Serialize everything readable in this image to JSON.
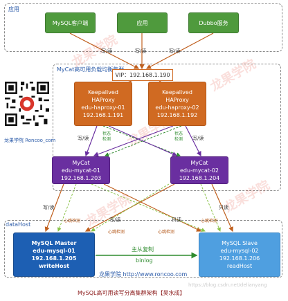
{
  "groups": {
    "app": "应用",
    "cluster": "MyCat高可用负载均衡集群",
    "datahost": "dataHost"
  },
  "clients": [
    "MySQL客户端",
    "应用",
    "Dubbo服务"
  ],
  "vip": "VIP：192.168.1.190",
  "haproxy": [
    {
      "l1": "Keepalived",
      "l2": "HAProxy",
      "l3": "edu-haproxy-01",
      "l4": "192.168.1.191"
    },
    {
      "l1": "Keepalived",
      "l2": "HAProxy",
      "l3": "edu-haproxy-02",
      "l4": "192.168.1.192"
    }
  ],
  "mycat": [
    {
      "l1": "MyCat",
      "l2": "edu-mycat-01",
      "l3": "192.168.1.203"
    },
    {
      "l1": "MyCat",
      "l2": "edu-mycat-02",
      "l3": "192.168.1.204"
    }
  ],
  "master": {
    "l1": "MySQL Master",
    "l2": "edu-mysql-01",
    "l3": "192.168.1.205",
    "l4": "writeHost"
  },
  "slave": {
    "l1": "MySQL Slave",
    "l2": "edu-mysql-02",
    "l3": "192.168.1.206",
    "l4": "readHost"
  },
  "labels": {
    "rw": "写/读",
    "status": "状态",
    "detect": "检测",
    "heartbeat": "心跳检测",
    "readonly": "只读",
    "replication": "主从复制",
    "binlog": "binlog"
  },
  "brand": {
    "qr_caption": "龙果学院 Roncoo_com",
    "footer": "龙果学院 http://www.roncoo.com",
    "watermark": "龙果学院",
    "watermark_sub": "roncoo.com"
  },
  "caption": "MySQL高可用读写分离集群架构【吴水成】",
  "url_watermark": "https://blog.csdn.net/delianyang"
}
